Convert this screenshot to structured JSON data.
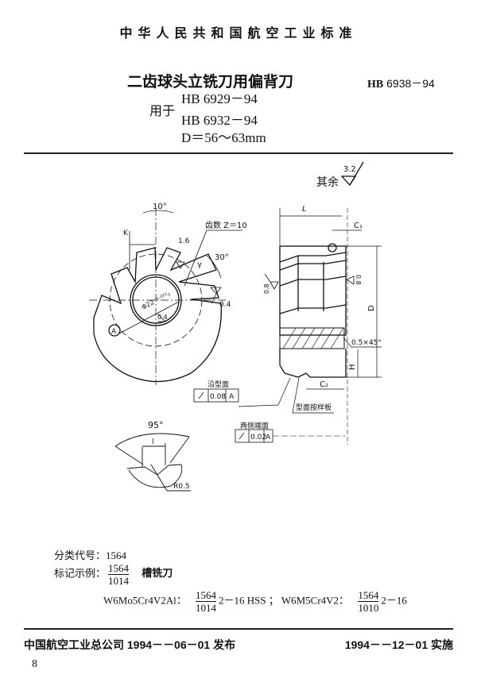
{
  "header": "中华人民共和国航空工业标准",
  "title": "二齿球头立铣刀用偏背刀",
  "standard_code": {
    "prefix": "HB",
    "number": "6938－94"
  },
  "used_for": {
    "label": "用于",
    "standards": [
      "HB 6929－94",
      "HB 6932－94"
    ]
  },
  "diameter_range": "D＝56～63mm",
  "roughness_note": {
    "label": "其余",
    "value": "3.2"
  },
  "drawing": {
    "angle_top": "10°",
    "k_label": "K",
    "teeth": "齿数 Z＝10",
    "roughness_1_6": "1.6",
    "angle_30": "30°",
    "gamma": "γ",
    "roughness_0_4a": "0.4",
    "roughness_0_4b": "0.4",
    "bore": "Φ22⁺⁰·⁰²¹₀",
    "datum": "A",
    "L": "L",
    "C1": "C₁",
    "C2": "C₂",
    "D": "D",
    "H": "H",
    "roughness_0_8_left": "0.8",
    "roughness_0_8_right": "0.8",
    "chamfer": "0.5×45°",
    "profile_template": "型面按样板",
    "tol_profile": {
      "label": "沿型面",
      "value": "0.08",
      "datum": "A"
    },
    "tol_faces": {
      "label": "两侧端面",
      "value": "0.02",
      "datum": "A"
    },
    "detail_angle": "95°",
    "detail_l": "l",
    "detail_radius": "R0.5"
  },
  "classification": {
    "label": "分类代号：",
    "value": "1564"
  },
  "marking_example": {
    "label": "标记示例：",
    "numerator": "1564",
    "denominator": "1014",
    "name": "槽铣刀",
    "items": [
      {
        "material": "W6Mo5Cr4V2Al：",
        "numerator": "1564",
        "denominator": "1014",
        "suffix": "2－16 HSS ；"
      },
      {
        "material": "W6M5Cr4V2：",
        "numerator": "1564",
        "denominator": "1010",
        "suffix": "2－16"
      }
    ]
  },
  "footer": {
    "issued": "中国航空工业总公司 1994－－06－01 发布",
    "effective": "1994－－12－01 实施"
  },
  "page_number": "8"
}
